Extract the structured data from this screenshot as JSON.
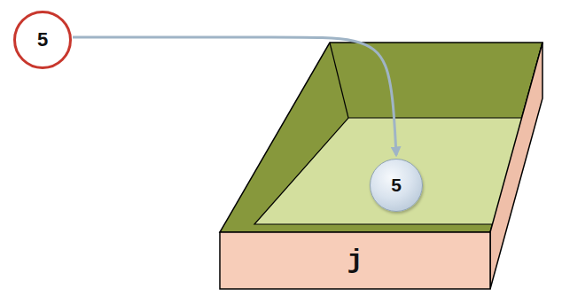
{
  "diagram": {
    "nodes": [
      {
        "text": [
          "5"
        ]
      },
      {
        "text": [
          "j"
        ]
      },
      {
        "text": [
          "5"
        ],
        "in": 1
      }
    ],
    "edges": [
      {
        "from": 0,
        "to": 2,
        "arrow": "to"
      }
    ]
  }
}
